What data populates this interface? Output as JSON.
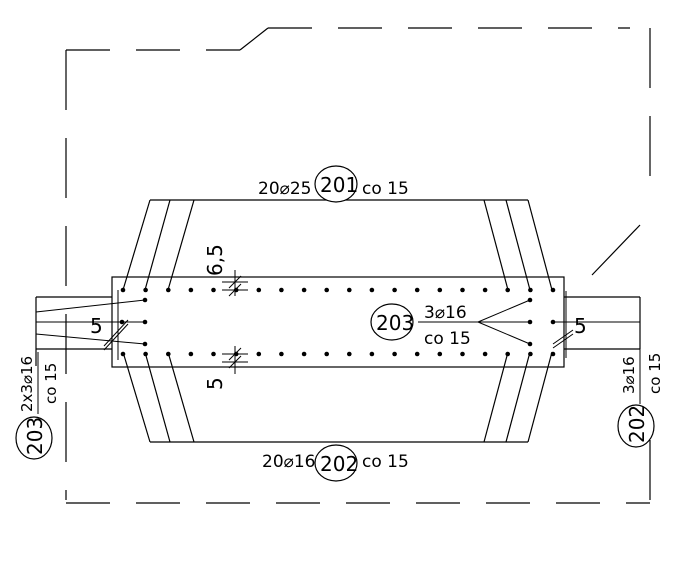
{
  "labels": {
    "top_bars": {
      "count_dia": "20⌀25",
      "mark": "201",
      "spacing": "co 15"
    },
    "bottom_bars": {
      "count_dia": "20⌀16",
      "mark": "202",
      "spacing": "co 15"
    },
    "stirrups_mid": {
      "count_dia": "3⌀16",
      "mark": "203",
      "spacing": "co 15"
    },
    "left_side": {
      "count_dia": "2x3⌀16",
      "mark": "203",
      "spacing": "co 15"
    },
    "right_side": {
      "count_dia": "3⌀16",
      "mark": "202",
      "spacing": "co 15"
    },
    "dim_top_cover": "6,5",
    "dim_bottom_cover": "5",
    "dim_left": "5",
    "dim_right": "5"
  },
  "bars": {
    "top_row_count": 20,
    "bottom_row_count": 20
  }
}
